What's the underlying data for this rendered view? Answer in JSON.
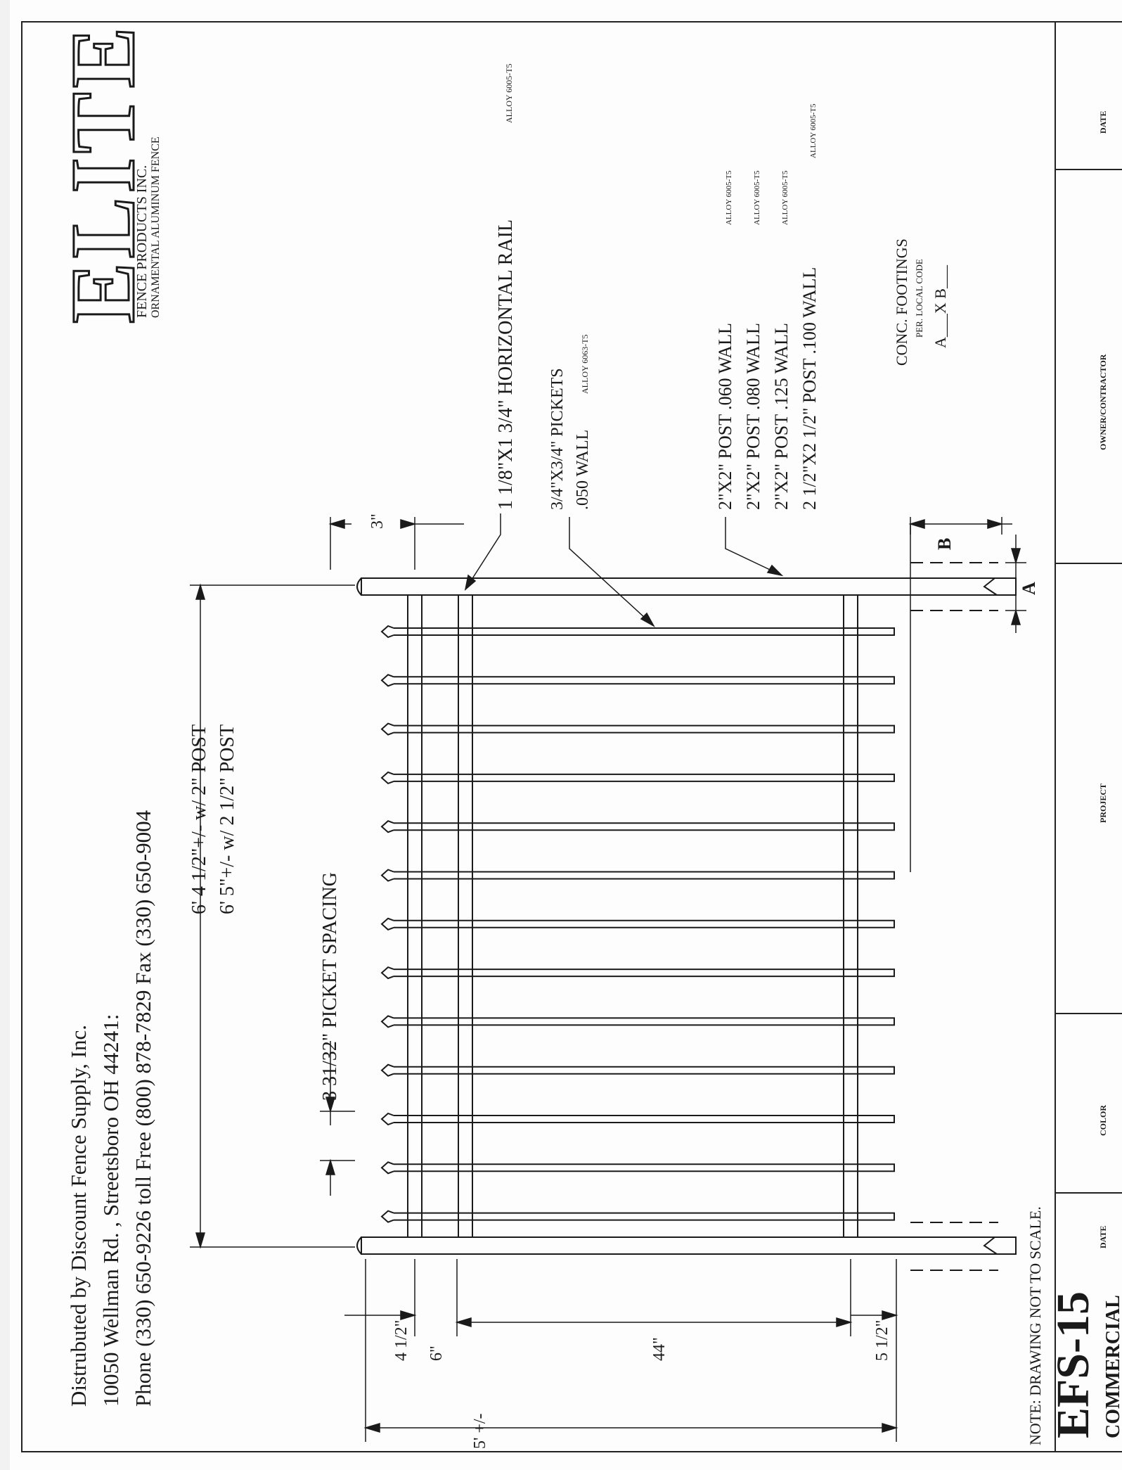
{
  "distributor": {
    "line1": "Distrubuted by Discount Fence Supply, Inc.",
    "line2": "10050 Wellman Rd. , Streetsboro OH 44241:",
    "line3": "Phone (330) 650-9226 toll Free (800) 878-7829 Fax (330) 650-9004"
  },
  "logo": {
    "wordmark": "ELITE",
    "company": "FENCE PRODUCTS INC.",
    "tagline": "ORNAMENTAL ALUMINUM FENCE"
  },
  "callouts": {
    "rail": {
      "main": "1 1/8\"X1 3/4\" HORIZONTAL RAIL",
      "alloy": "ALLOY 6005-T5"
    },
    "pickets": {
      "line1": "3/4\"X3/4\" PICKETS",
      "line2": ".050 WALL",
      "alloy": "ALLOY 6063-T5"
    },
    "posts": [
      {
        "main": "2\"X2\" POST .060 WALL",
        "alloy": "ALLOY 6005-T5"
      },
      {
        "main": "2\"X2\" POST .080 WALL",
        "alloy": "ALLOY 6005-T5"
      },
      {
        "main": "2\"X2\" POST .125 WALL",
        "alloy": "ALLOY 6005-T5"
      },
      {
        "main": "2 1/2\"X2 1/2\" POST .100 WALL",
        "alloy": "ALLOY 6005-T5"
      }
    ],
    "footings": {
      "title": "CONC. FOOTINGS",
      "sub": "PER. LOCAL CODE",
      "ab": "A___X B___"
    }
  },
  "dimensions": {
    "panel_width_line1": "6' 4 1/2\"+/- w/ 2\" POST",
    "panel_width_line2": "6' 5\"+/-  w/ 2 1/2\" POST",
    "picket_spacing": "3 31/32\" PICKET SPACING",
    "top_offset": "3\"",
    "dim_a": "A",
    "dim_b": "B",
    "top_rail_from_top": "4 1/2\"",
    "rail_gap": "6\"",
    "rail_span": "44\"",
    "bottom_rail_offset": "5 1/2\"",
    "overall_height": "5' +/-"
  },
  "note": "NOTE: DRAWING NOT TO SCALE.",
  "model": {
    "code": "EFS-15",
    "type": "COMMERCIAL"
  },
  "title_block": {
    "date_top": "DATE",
    "owner": "OWNER/CONTRACTOR",
    "project": "PROJECT",
    "color": "COLOR",
    "date_bottom": "DATE"
  },
  "colors": {
    "ink": "#1a1a1a",
    "paper": "#fdfdfd"
  }
}
